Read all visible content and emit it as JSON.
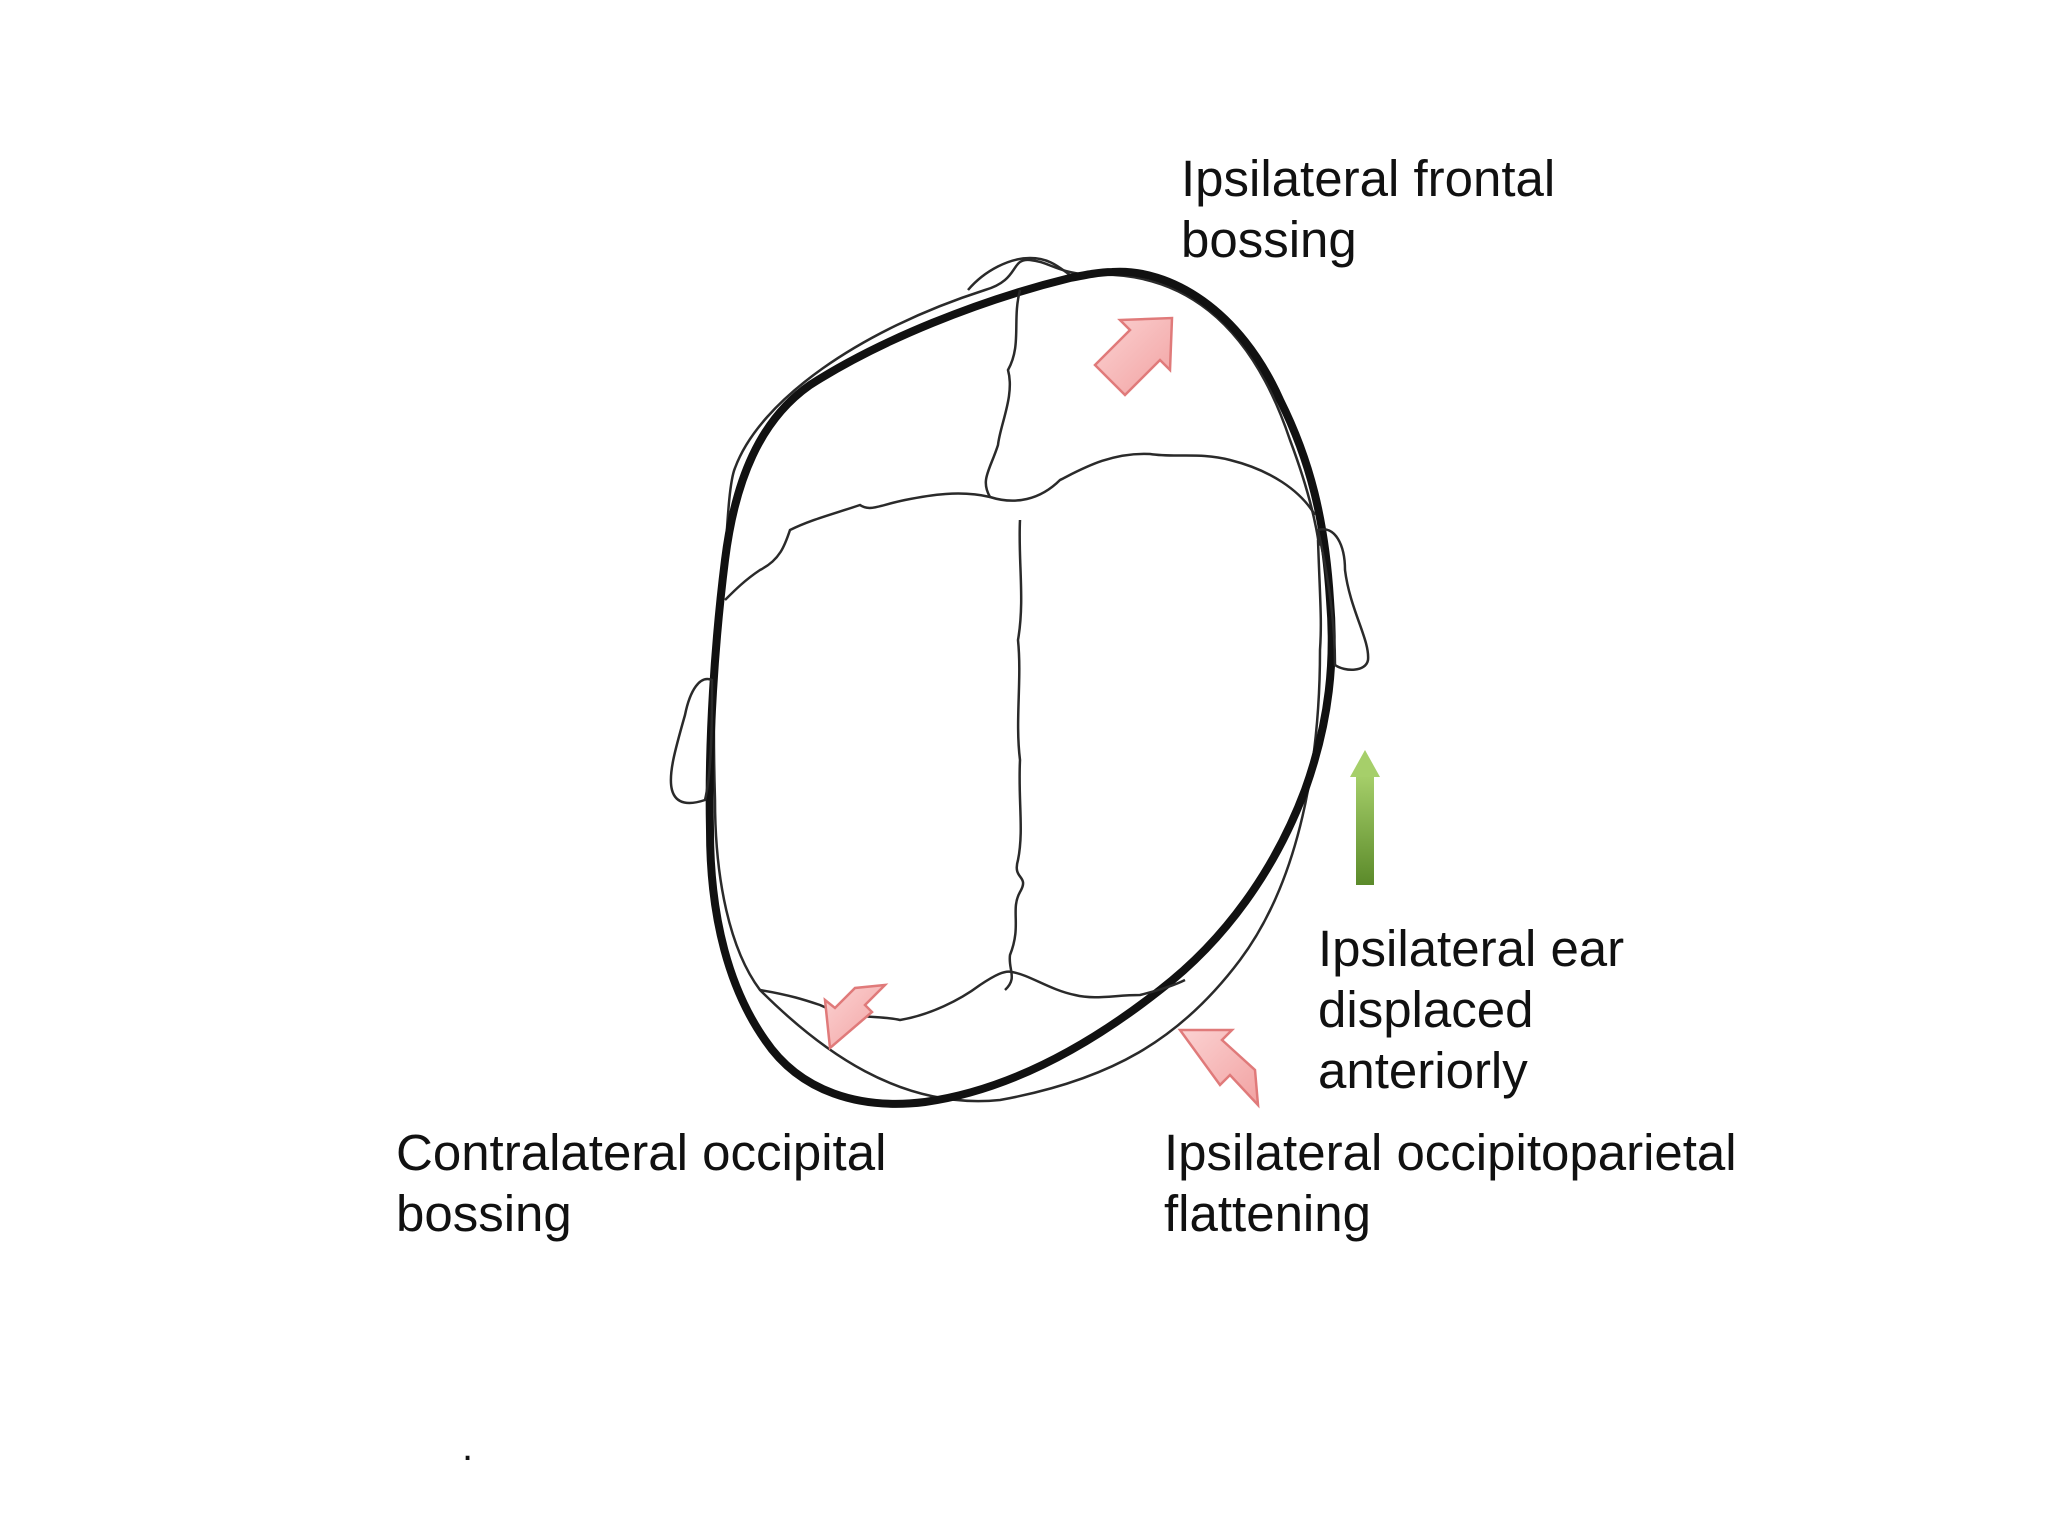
{
  "labels": {
    "frontal": [
      "Ipsilateral frontal",
      "bossing"
    ],
    "ear": [
      "Ipsilateral ear",
      "displaced",
      "anteriorly"
    ],
    "occipital_contralateral": [
      "Contralateral occipital",
      "bossing"
    ],
    "occipital_ipsilateral": [
      "Ipsilateral occipitoparietal",
      "flattening"
    ]
  },
  "footnote": ".",
  "colors": {
    "outline": "#111111",
    "sutures": "#2a2a2a",
    "bossing_arrow_fill": "#f6b8b8",
    "bossing_arrow_stroke": "#e07a7a",
    "ear_arrow_top": "#a6cf6a",
    "ear_arrow_bottom": "#5b8a2a"
  },
  "icons": {
    "bossing": "red-arrow-icon",
    "ear_displacement": "green-up-arrow-icon"
  }
}
